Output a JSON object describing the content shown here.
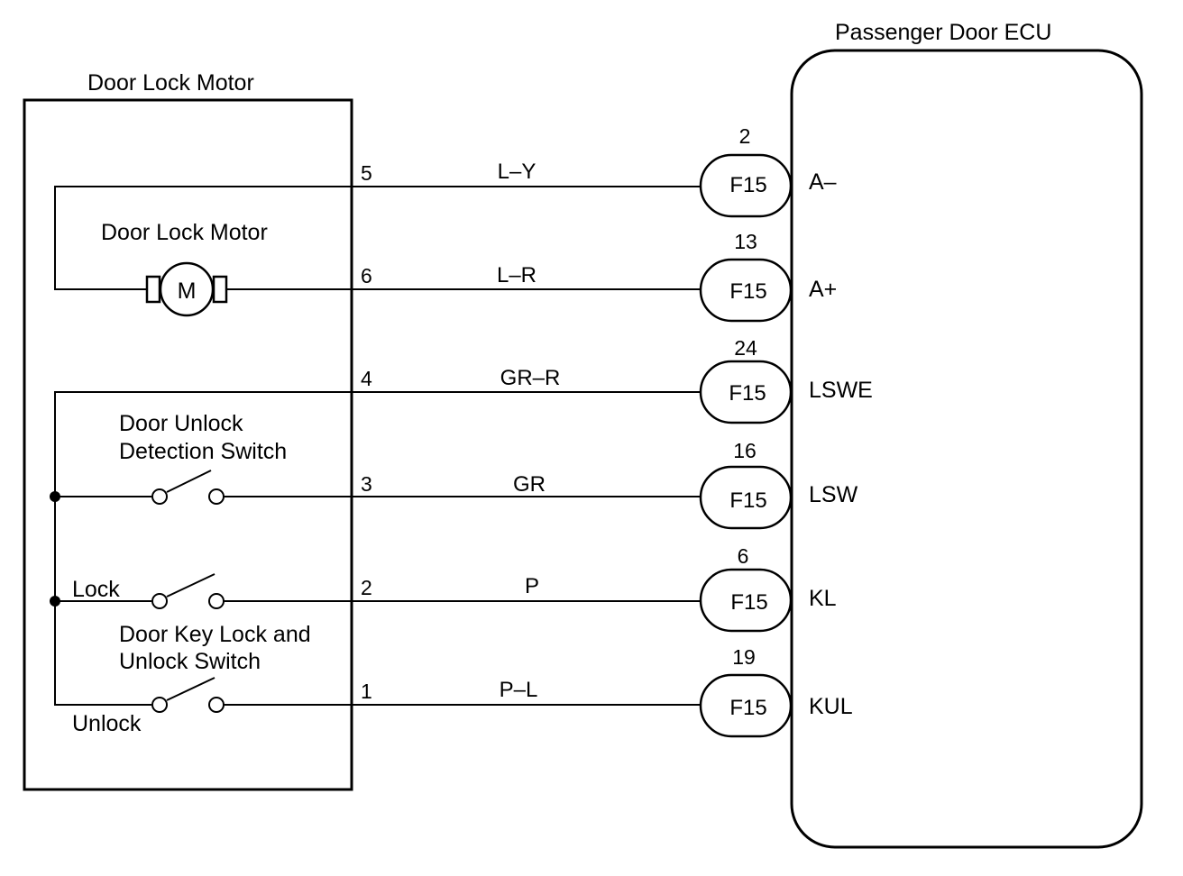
{
  "title_left": "Door Lock Motor",
  "title_right": "Passenger Door ECU",
  "labels": {
    "motor": "Door Lock Motor",
    "motor_symbol": "M",
    "unlock_detect_line1": "Door Unlock",
    "unlock_detect_line2": "Detection Switch",
    "lock": "Lock",
    "key_switch_line1": "Door Key Lock and",
    "key_switch_line2": "Unlock Switch",
    "unlock": "Unlock"
  },
  "connections": [
    {
      "motor_pin": "5",
      "wire": "L–Y",
      "connector": "F15",
      "ecu_pin": "2",
      "terminal": "A–"
    },
    {
      "motor_pin": "6",
      "wire": "L–R",
      "connector": "F15",
      "ecu_pin": "13",
      "terminal": "A+"
    },
    {
      "motor_pin": "4",
      "wire": "GR–R",
      "connector": "F15",
      "ecu_pin": "24",
      "terminal": "LSWE"
    },
    {
      "motor_pin": "3",
      "wire": "GR",
      "connector": "F15",
      "ecu_pin": "16",
      "terminal": "LSW"
    },
    {
      "motor_pin": "2",
      "wire": "P",
      "connector": "F15",
      "ecu_pin": "6",
      "terminal": "KL"
    },
    {
      "motor_pin": "1",
      "wire": "P–L",
      "connector": "F15",
      "ecu_pin": "19",
      "terminal": "KUL"
    }
  ]
}
